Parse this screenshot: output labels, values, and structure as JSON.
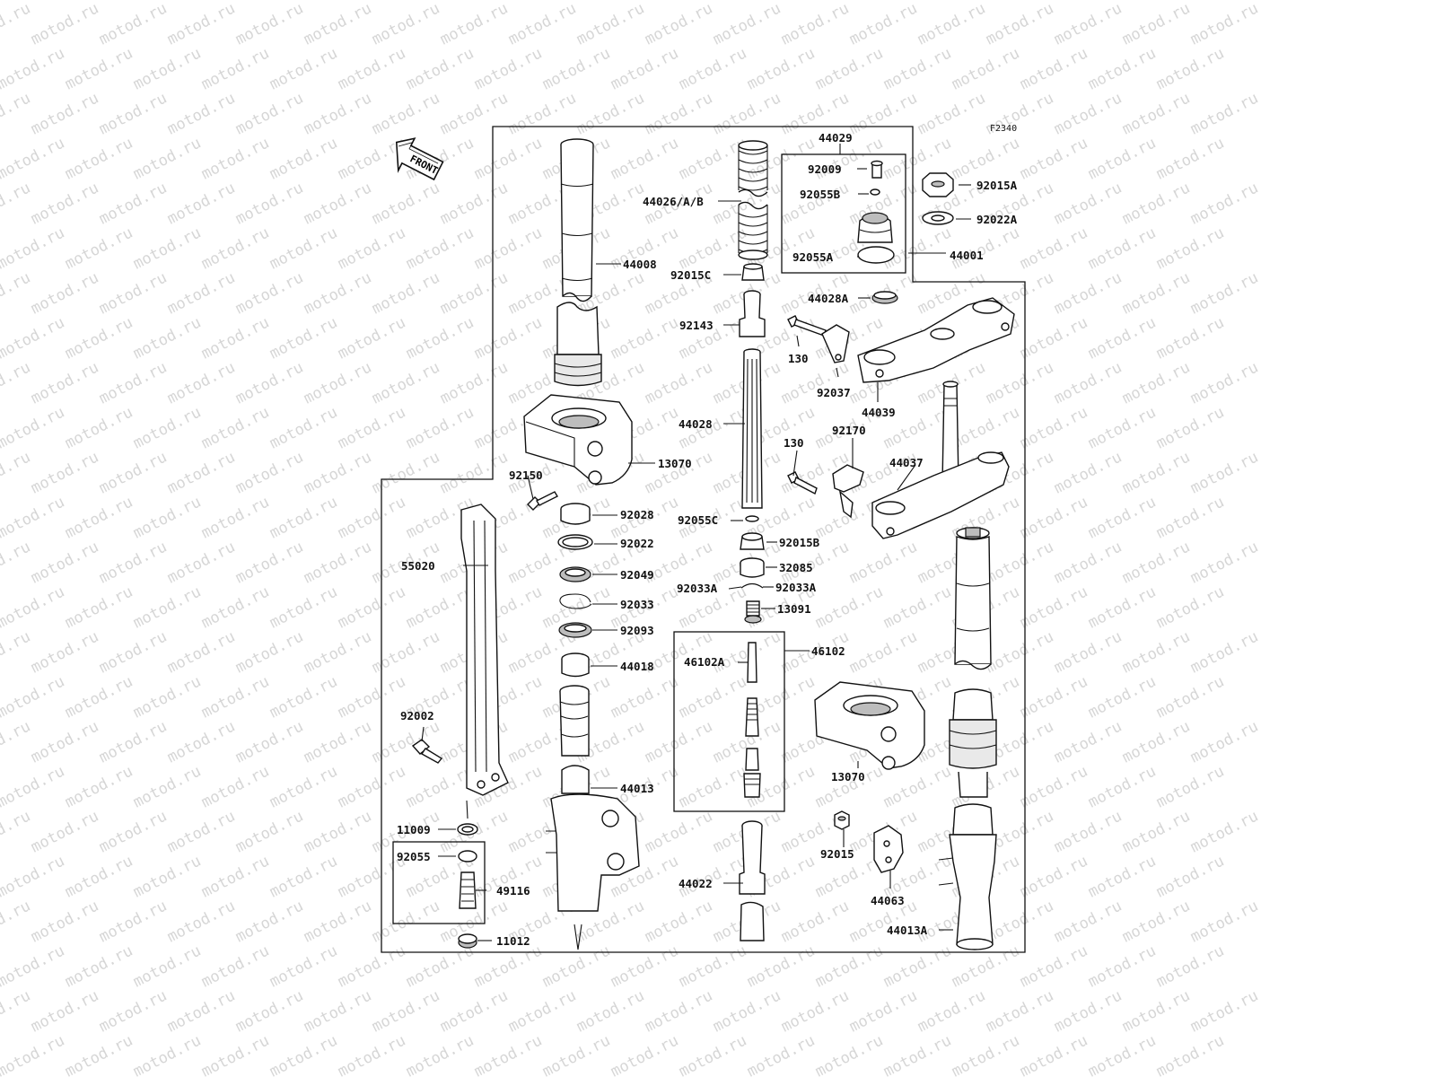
{
  "diagram": {
    "figure_code": "F2340",
    "watermark_text": "motod.ru",
    "front_arrow_label": "FRONT",
    "parts": {
      "p44029": "44029",
      "p92009": "92009",
      "p92055B": "92055B",
      "p92055A": "92055A",
      "p92015A": "92015A",
      "p92022A": "92022A",
      "p44001": "44001",
      "p44026AB": "44026/A/B",
      "p92015C": "92015C",
      "p44008": "44008",
      "p44028A": "44028A",
      "p92143": "92143",
      "p130a": "130",
      "p92037": "92037",
      "p44039": "44039",
      "p44028": "44028",
      "p13070a": "13070",
      "p92150": "92150",
      "p92170": "92170",
      "p130b": "130",
      "p44037": "44037",
      "p92028": "92028",
      "p92055C": "92055C",
      "p92022": "92022",
      "p92015B": "92015B",
      "p55020": "55020",
      "p32085": "32085",
      "p92049": "92049",
      "p92033Aa": "92033A",
      "p92033Ab": "92033A",
      "p92033": "92033",
      "p13091": "13091",
      "p92093": "92093",
      "p46102A": "46102A",
      "p46102": "46102",
      "p44018": "44018",
      "p92002": "92002",
      "p44013": "44013",
      "p13070b": "13070",
      "p11009": "11009",
      "p92055": "92055",
      "p49116": "49116",
      "p44022": "44022",
      "p92015": "92015",
      "p44063": "44063",
      "p11012": "11012",
      "p44013A": "44013A"
    }
  }
}
